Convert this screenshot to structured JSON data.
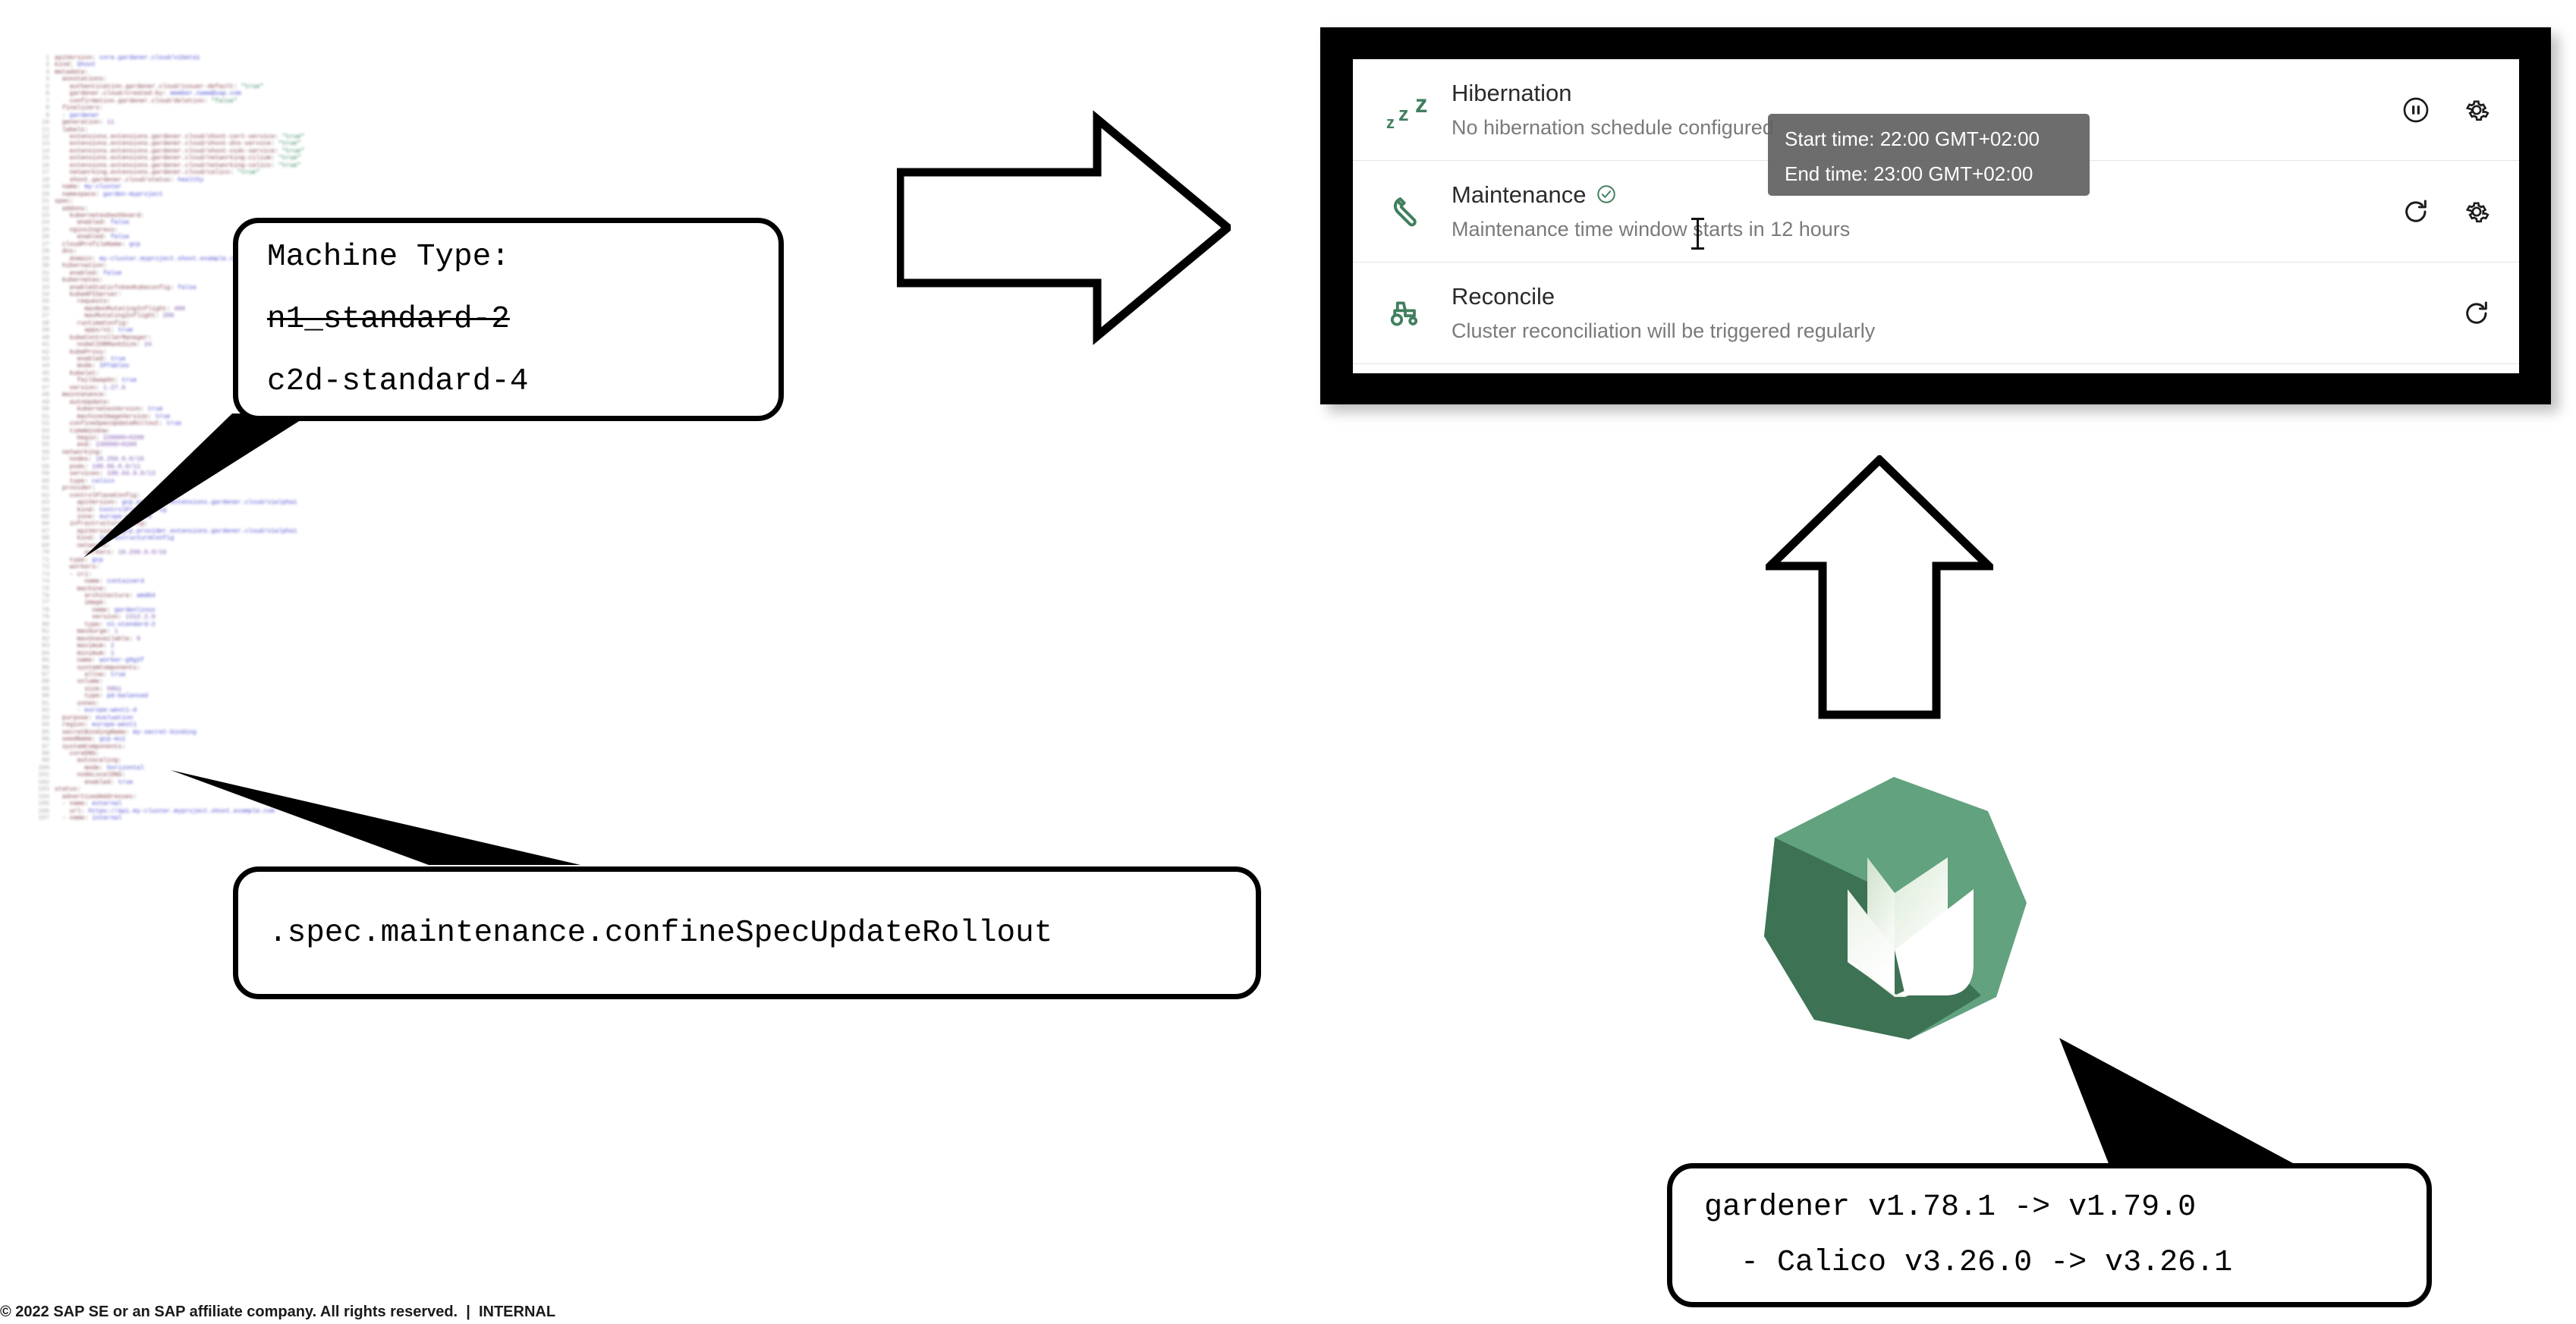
{
  "code_listing": {
    "description": "blurred kubernetes shoot yaml manifest",
    "lines": [
      "apiVersion: core.gardener.cloud/v1beta1",
      "kind: Shoot",
      "metadata:",
      "  annotations:",
      "    authentication.gardener.cloud/issuer-default: \"true\"",
      "    gardener.cloud/created-by: member.name@sap.com",
      "    confirmation.gardener.cloud/deletion: \"false\"",
      "  finalizers:",
      "  - gardener",
      "  generation: 11",
      "  labels:",
      "    extensions.extensions.gardener.cloud/shoot-cert-service: \"true\"",
      "    extensions.extensions.gardener.cloud/shoot-dns-service: \"true\"",
      "    extensions.extensions.gardener.cloud/shoot-oidc-service: \"true\"",
      "    extensions.extensions.gardener.cloud/networking-cilium: \"true\"",
      "    extensions.extensions.gardener.cloud/networking-calico: \"true\"",
      "    networking.extensions.gardener.cloud/calico: \"true\"",
      "    shoot.gardener.cloud/status: healthy",
      "  name: my-cluster",
      "  namespace: garden-myproject",
      "spec:",
      "  addons:",
      "    kubernetesDashboard:",
      "      enabled: false",
      "    nginxIngress:",
      "      enabled: false",
      "  cloudProfileName: gcp",
      "  dns:",
      "    domain: my-cluster.myproject.shoot.example.com",
      "  hibernation:",
      "    enabled: false",
      "  kubernetes:",
      "    enableStaticTokenKubeconfig: false",
      "    kubeAPIServer:",
      "      requests:",
      "        maxNonMutatingInflight: 400",
      "        maxMutatingInflight: 200",
      "      runtimeConfig:",
      "        apps/v1: true",
      "    kubeControllerManager:",
      "      nodeCIDRMaskSize: 24",
      "    kubeProxy:",
      "      enabled: true",
      "      mode: IPTables",
      "    kubelet:",
      "      failSwapOn: true",
      "    version: 1.27.6",
      "  maintenance:",
      "    autoUpdate:",
      "      kubernetesVersion: true",
      "      machineImageVersion: true",
      "    confineSpecUpdateRollout: true",
      "    timeWindow:",
      "      begin: 220000+0200",
      "      end: 230000+0200",
      "  networking:",
      "    nodes: 10.250.0.0/16",
      "    pods: 100.96.0.0/11",
      "    services: 100.64.0.0/13",
      "    type: calico",
      "  provider:",
      "    controlPlaneConfig:",
      "      apiVersion: gcp.provider.extensions.gardener.cloud/v1alpha1",
      "      kind: ControlPlaneConfig",
      "      zone: europe-west1-d",
      "    infrastructureConfig:",
      "      apiVersion: gcp.provider.extensions.gardener.cloud/v1alpha1",
      "      kind: InfrastructureConfig",
      "      networks:",
      "        workers: 10.250.0.0/16",
      "    type: gcp",
      "    workers:",
      "    - cri:",
      "        name: containerd",
      "      machine:",
      "        architecture: amd64",
      "        image:",
      "          name: gardenlinux",
      "          version: 1312.2.0",
      "        type: n1-standard-2",
      "      maxSurge: 1",
      "      maxUnavailable: 0",
      "      maximum: 2",
      "      minimum: 1",
      "      name: worker-g9g2f",
      "      systemComponents:",
      "        allow: true",
      "      volume:",
      "        size: 50Gi",
      "        type: pd-balanced",
      "      zones:",
      "      - europe-west1-d",
      "  purpose: evaluation",
      "  region: europe-west1",
      "  secretBindingName: my-secret-binding",
      "  seedName: gcp-eu1",
      "  systemComponents:",
      "    coreDNS:",
      "      autoscaling:",
      "        mode: horizontal",
      "      nodeLocalDNS:",
      "        enabled: true",
      "status:",
      "  advertisedAddresses:",
      "  - name: external",
      "    url: https://api.my-cluster.myproject.shoot.example.com",
      "  - name: internal"
    ]
  },
  "callouts": {
    "machine_type": {
      "name": "machine-type-callout",
      "label": "Machine Type:",
      "old_value": "n1_standard-2",
      "new_value": "c2d-standard-4"
    },
    "spec_path": {
      "name": "spec-path-callout",
      "text": ".spec.maintenance.confineSpecUpdateRollout"
    },
    "versions": {
      "name": "version-upgrade-callout",
      "line1": "gardener v1.78.1 -> v1.79.0",
      "line2": "  - Calico v3.26.0 -> v3.26.1"
    }
  },
  "arrows": {
    "right_arrow": "arrow-right-icon",
    "up_arrow": "arrow-up-icon"
  },
  "card": {
    "rows": [
      {
        "icon": "hibernation-zzz-icon",
        "title": "Hibernation",
        "subtitle": "No hibernation schedule configured",
        "has_status_badge": false,
        "actions": [
          "pause-circle-icon",
          "gear-icon"
        ]
      },
      {
        "icon": "wrench-icon",
        "title": "Maintenance",
        "subtitle": "Maintenance time window starts in 12 hours",
        "has_status_badge": true,
        "badge": "check-circle-icon",
        "actions": [
          "refresh-icon",
          "gear-icon"
        ]
      },
      {
        "icon": "tractor-icon",
        "title": "Reconcile",
        "subtitle": "Cluster reconciliation will be triggered regularly",
        "has_status_badge": false,
        "actions": [
          "refresh-icon"
        ]
      }
    ],
    "tooltip": {
      "start_time": "Start time: 22:00 GMT+02:00",
      "end_time": "End time: 23:00 GMT+02:00"
    }
  },
  "logo": {
    "name": "gardener-logo",
    "colors": {
      "hex_light": "#62a27e",
      "hex_dark": "#3b6e50",
      "hex_face": "#f4f8f3"
    }
  },
  "footer": {
    "text": "© 2022 SAP SE or an SAP affiliate company. All rights reserved.  |  INTERNAL"
  },
  "theme": {
    "accent_green": "#417f5e",
    "outline_black": "#000000",
    "tooltip_gray": "#616161",
    "title_gray": "#2b2b2b",
    "subtitle_gray": "#7a7a7a"
  }
}
